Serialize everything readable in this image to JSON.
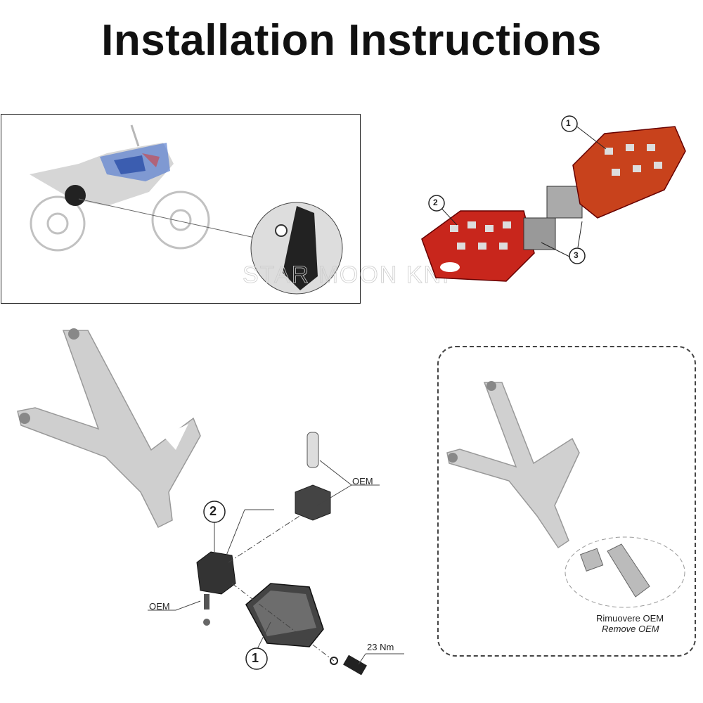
{
  "title": "Installation Instructions",
  "watermark": "STAR MOON KNI",
  "exploded_view": {
    "callouts": [
      "1",
      "2",
      "3"
    ]
  },
  "assembly": {
    "callout_1": "1",
    "callout_2": "2",
    "oem_top": "OEM",
    "oem_left": "OEM",
    "torque": "23 Nm"
  },
  "removal": {
    "label_it": "Rimuovere OEM",
    "label_en": "Remove OEM"
  },
  "colors": {
    "footpeg_red": "#c8261c",
    "footpeg_orange": "#c8421c",
    "bracket_silver": "#c9c9c9"
  }
}
